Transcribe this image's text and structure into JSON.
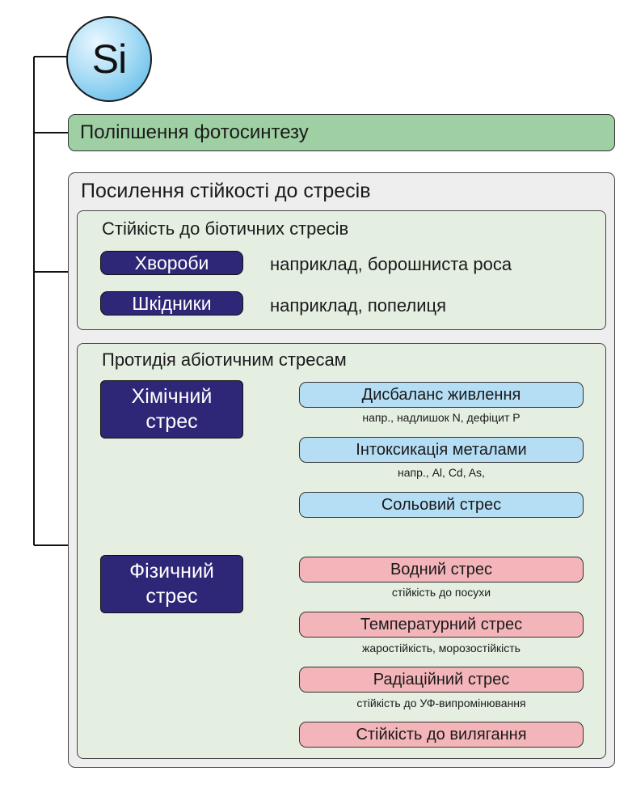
{
  "title_circle": "Si",
  "photosynthesis": "Поліпшення фотосинтезу",
  "stress_resistance": {
    "title": "Посилення стійкості до стресів",
    "biotic": {
      "title": "Стійкість до біотичних стресів",
      "items": [
        {
          "label": "Хвороби",
          "desc": "наприклад, борошниста роса"
        },
        {
          "label": "Шкідники",
          "desc": "наприклад, попелиця"
        }
      ]
    },
    "abiotic": {
      "title": "Протидія абіотичним стресам",
      "chemical": {
        "label_line1": "Хімічний",
        "label_line2": "стрес",
        "items": [
          {
            "label": "Дисбаланс живлення",
            "note": "напр., надлишок N, дефіцит P"
          },
          {
            "label": "Інтоксикація металами",
            "note": "напр., Al, Cd, As,"
          },
          {
            "label": "Сольовий стрес",
            "note": ""
          }
        ]
      },
      "physical": {
        "label_line1": "Фізичний",
        "label_line2": "стрес",
        "items": [
          {
            "label": "Водний стрес",
            "note": "стійкість до посухи"
          },
          {
            "label": "Температурний стрес",
            "note": "жаростійкість, морозостійкість"
          },
          {
            "label": "Радіаційний стрес",
            "note": "стійкість до УФ-випромінювання"
          },
          {
            "label": "Стійкість до вилягання",
            "note": ""
          }
        ]
      }
    }
  },
  "colors": {
    "navy": "#2e2777",
    "green_bar": "#9fd0a3",
    "light_blue": "#b5def5",
    "pink": "#f4b5ba",
    "panel_grey": "#eeeeee",
    "subpanel_green": "#e4efe2"
  }
}
